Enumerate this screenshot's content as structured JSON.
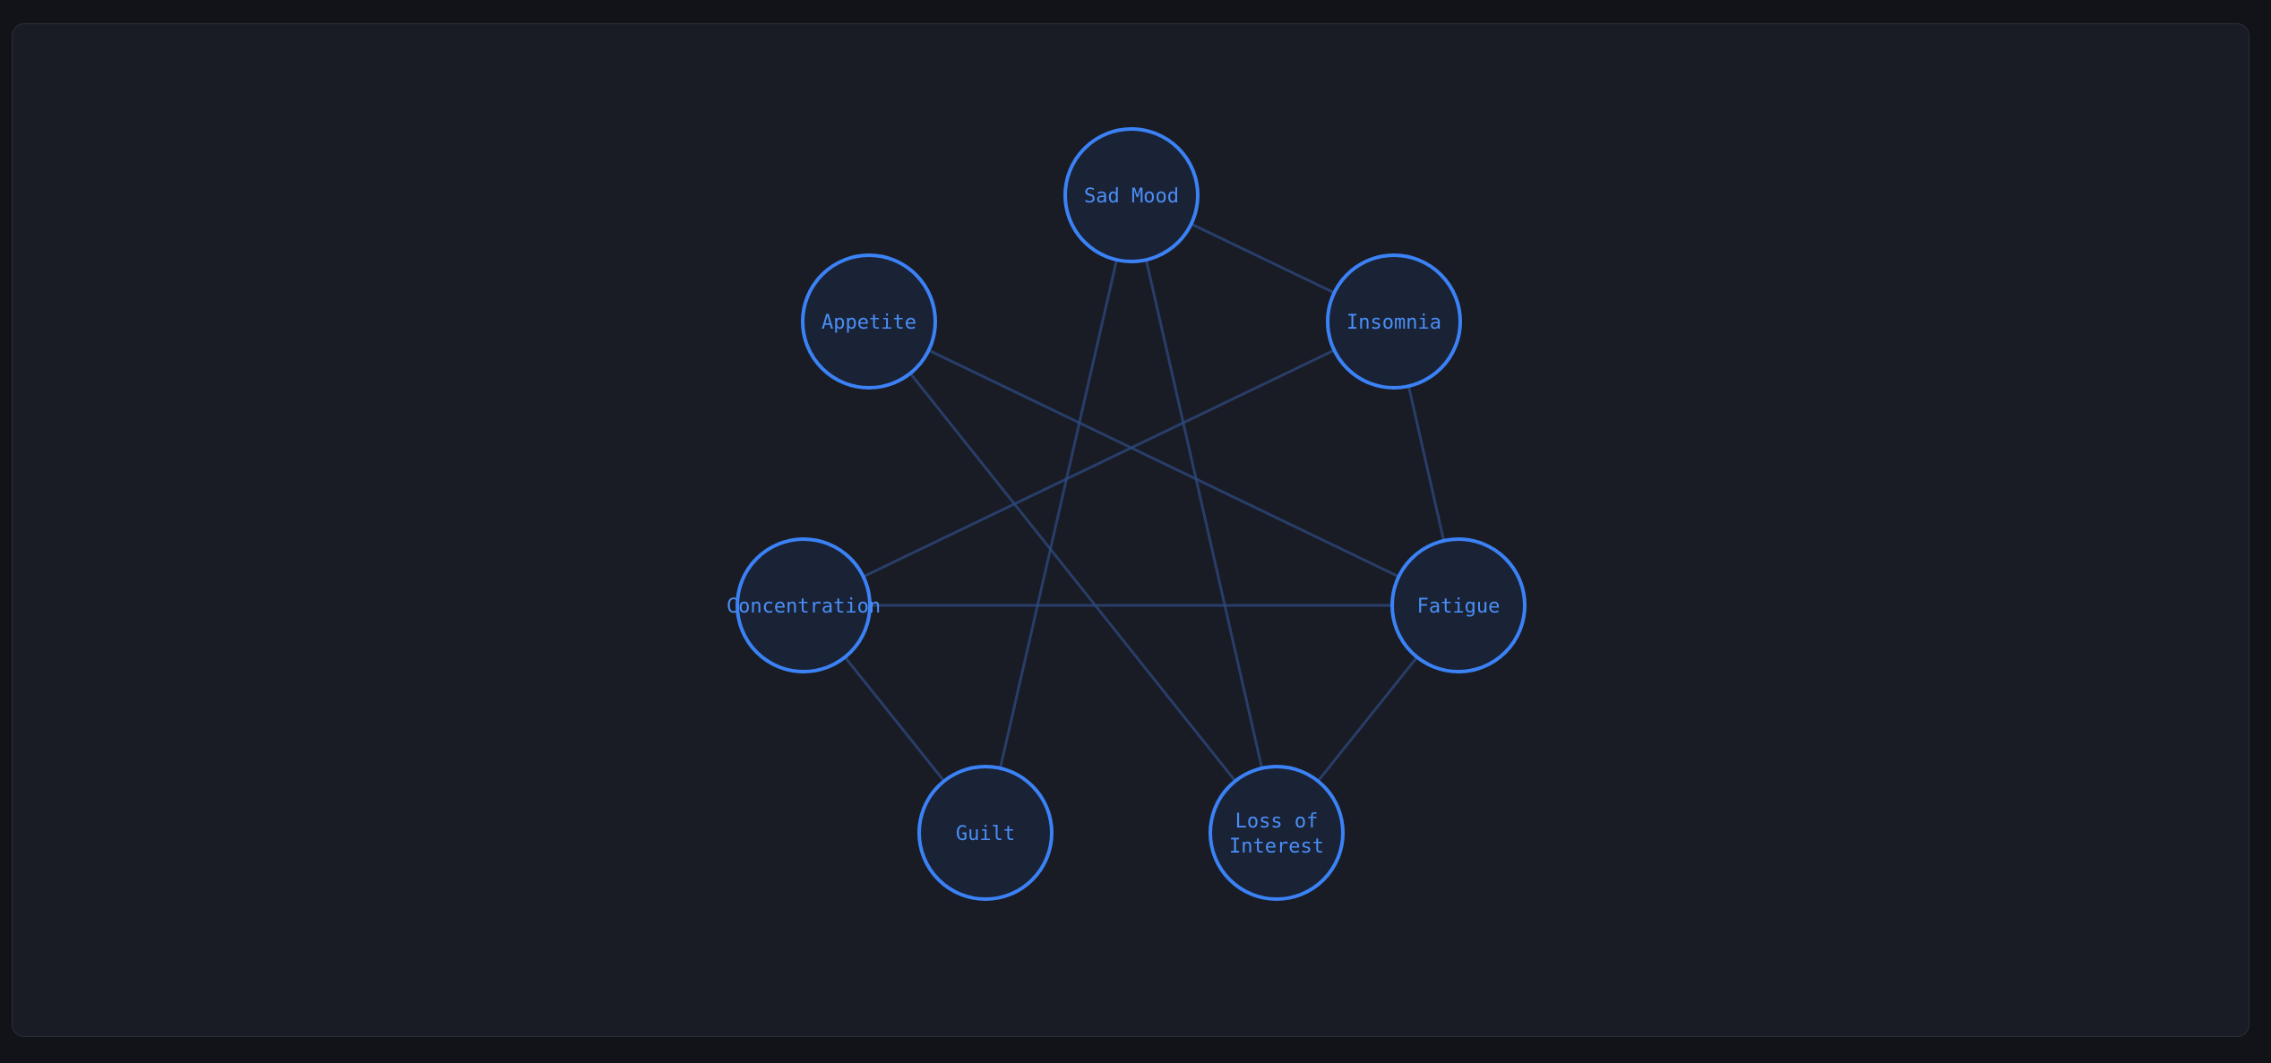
{
  "diagram": {
    "type": "network-graph",
    "nodes": [
      {
        "id": "sad-mood",
        "label_lines": [
          "Sad Mood"
        ]
      },
      {
        "id": "insomnia",
        "label_lines": [
          "Insomnia"
        ]
      },
      {
        "id": "fatigue",
        "label_lines": [
          "Fatigue"
        ]
      },
      {
        "id": "loss-of-interest",
        "label_lines": [
          "Loss of",
          "Interest"
        ]
      },
      {
        "id": "guilt",
        "label_lines": [
          "Guilt"
        ]
      },
      {
        "id": "concentration",
        "label_lines": [
          "Concentration"
        ]
      },
      {
        "id": "appetite",
        "label_lines": [
          "Appetite"
        ]
      }
    ],
    "edges": [
      [
        "sad-mood",
        "insomnia"
      ],
      [
        "sad-mood",
        "loss-of-interest"
      ],
      [
        "sad-mood",
        "guilt"
      ],
      [
        "insomnia",
        "fatigue"
      ],
      [
        "insomnia",
        "concentration"
      ],
      [
        "fatigue",
        "loss-of-interest"
      ],
      [
        "fatigue",
        "concentration"
      ],
      [
        "fatigue",
        "appetite"
      ],
      [
        "loss-of-interest",
        "appetite"
      ],
      [
        "guilt",
        "concentration"
      ]
    ],
    "colors": {
      "node_stroke": "#3b82f6",
      "node_fill": "#1a2236",
      "label": "#4a8ef5",
      "edge": "#2d4a80",
      "panel": "#191c25",
      "background": "#111318"
    }
  }
}
